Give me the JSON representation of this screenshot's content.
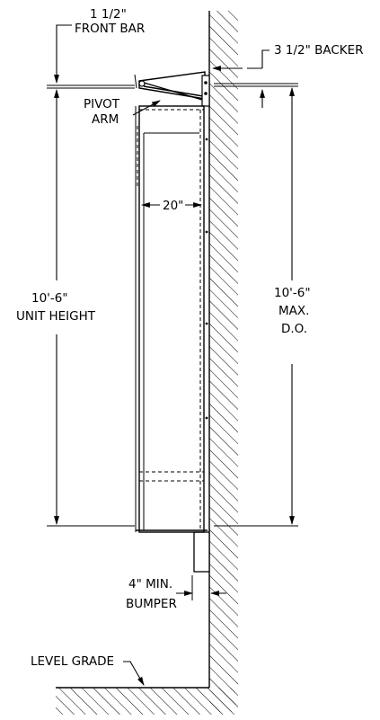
{
  "labels": {
    "front_bar_size": "1 1/2\"",
    "front_bar": "FRONT BAR",
    "backer": "3 1/2\" BACKER",
    "pivot": "PIVOT",
    "arm": "ARM",
    "width": "20\"",
    "unit_height_value": "10'-6\"",
    "unit_height": "UNIT HEIGHT",
    "max_do_value": "10'-6\"",
    "max": "MAX.",
    "do": "D.O.",
    "bumper_min": "4\" MIN.",
    "bumper": "BUMPER",
    "level_grade": "LEVEL GRADE"
  }
}
